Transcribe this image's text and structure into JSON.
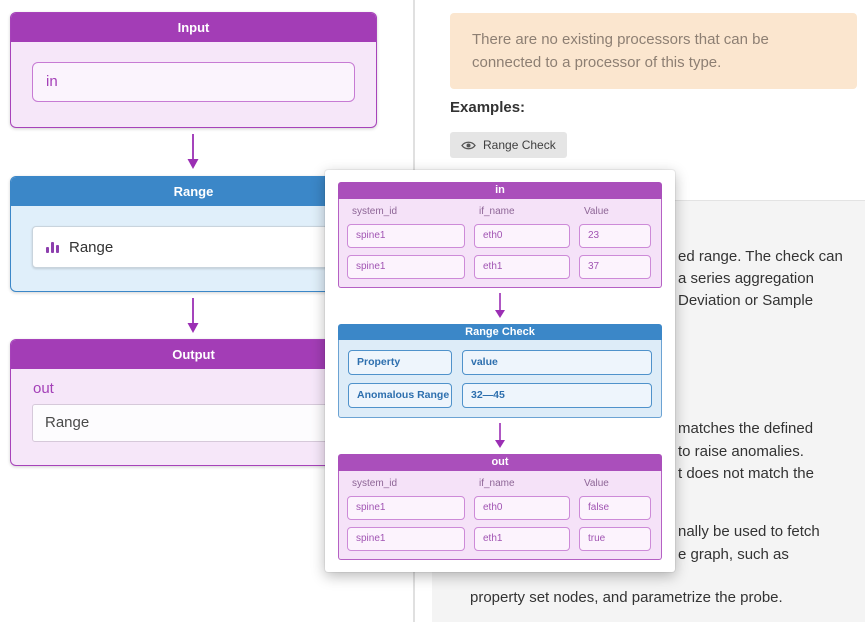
{
  "flow": {
    "input_node": {
      "title": "Input",
      "field_value": "in"
    },
    "range_node": {
      "title": "Range",
      "field_label": "Range"
    },
    "output_node": {
      "title": "Output",
      "port_label": "out",
      "field_value": "Range"
    }
  },
  "help": {
    "alert": "There are no existing processors that can be connected to a processor of this type.",
    "examples_label": "Examples:",
    "example_chip_label": "Range Check",
    "doc_fragments": {
      "g1": [
        "ed range. The check can",
        "a series aggregation",
        "Deviation or Sample"
      ],
      "g2": [
        "matches the defined",
        "to raise anomalies.",
        "t does not match the"
      ],
      "g3": [
        "nally be used to fetch",
        "e graph, such as"
      ],
      "bottom_line": "property set nodes, and parametrize the probe."
    }
  },
  "popup": {
    "in_table": {
      "title": "in",
      "columns": [
        "system_id",
        "if_name",
        "Value"
      ],
      "rows": [
        [
          "spine1",
          "eth0",
          "23"
        ],
        [
          "spine1",
          "eth1",
          "37"
        ]
      ]
    },
    "range_check": {
      "title": "Range Check",
      "rows": [
        [
          "Property",
          "value"
        ],
        [
          "Anomalous Range",
          "32—45"
        ]
      ]
    },
    "out_table": {
      "title": "out",
      "columns": [
        "system_id",
        "if_name",
        "Value"
      ],
      "rows": [
        [
          "spine1",
          "eth0",
          "false"
        ],
        [
          "spine1",
          "eth1",
          "true"
        ]
      ]
    }
  },
  "colors": {
    "purple_header": "#a33db6",
    "purple_body": "#f6e7f9",
    "blue_header": "#3b87c8",
    "blue_body": "#e0effa",
    "arrow_purple": "#9b2fb4",
    "alert_bg": "#fbe6cf",
    "panel_gray": "#f4f4f4"
  }
}
